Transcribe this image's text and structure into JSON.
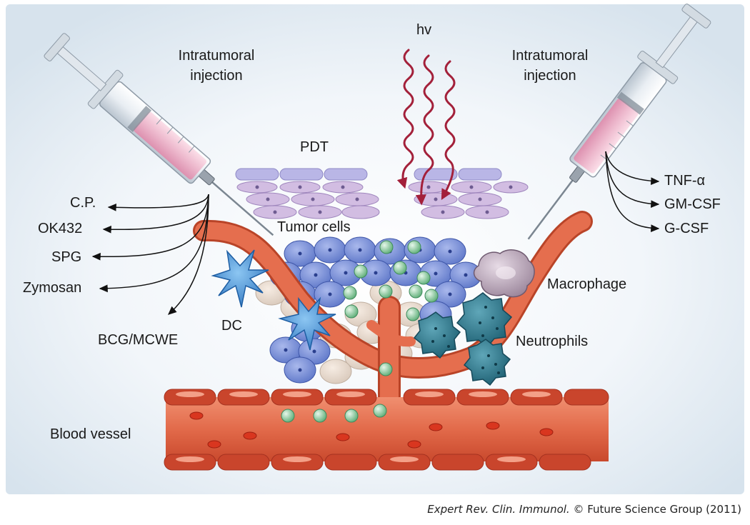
{
  "labels": {
    "hv": "hv",
    "inj_left_l1": "Intratumoral",
    "inj_left_l2": "injection",
    "inj_right_l1": "Intratumoral",
    "inj_right_l2": "injection",
    "pdt": "PDT",
    "tumor_cells": "Tumor cells",
    "macrophage": "Macrophage",
    "neutrophils": "Neutrophils",
    "dc": "DC",
    "blood_vessel": "Blood vessel"
  },
  "left_agents": [
    "C.P.",
    "OK432",
    "SPG",
    "Zymosan",
    "BCG/MCWE"
  ],
  "right_agents": [
    "TNF-α",
    "GM-CSF",
    "G-CSF"
  ],
  "credit": {
    "journal": "Expert Rev. Clin. Immunol.",
    "rest": " © Future Science Group (2011)"
  },
  "colors": {
    "background_panel": "#dfe9f1",
    "light_arrow": "#a3203a",
    "vessel": "#d9593a",
    "tumor_cell": "#7d93d8",
    "epithelium": "#c4bce0",
    "granule": "#98cfa8",
    "neutrophil": "#2f7d92",
    "macrophage": "#b7a6b5",
    "dc": "#3f8fd6",
    "syringe_liquid": "#f1b8cc"
  }
}
